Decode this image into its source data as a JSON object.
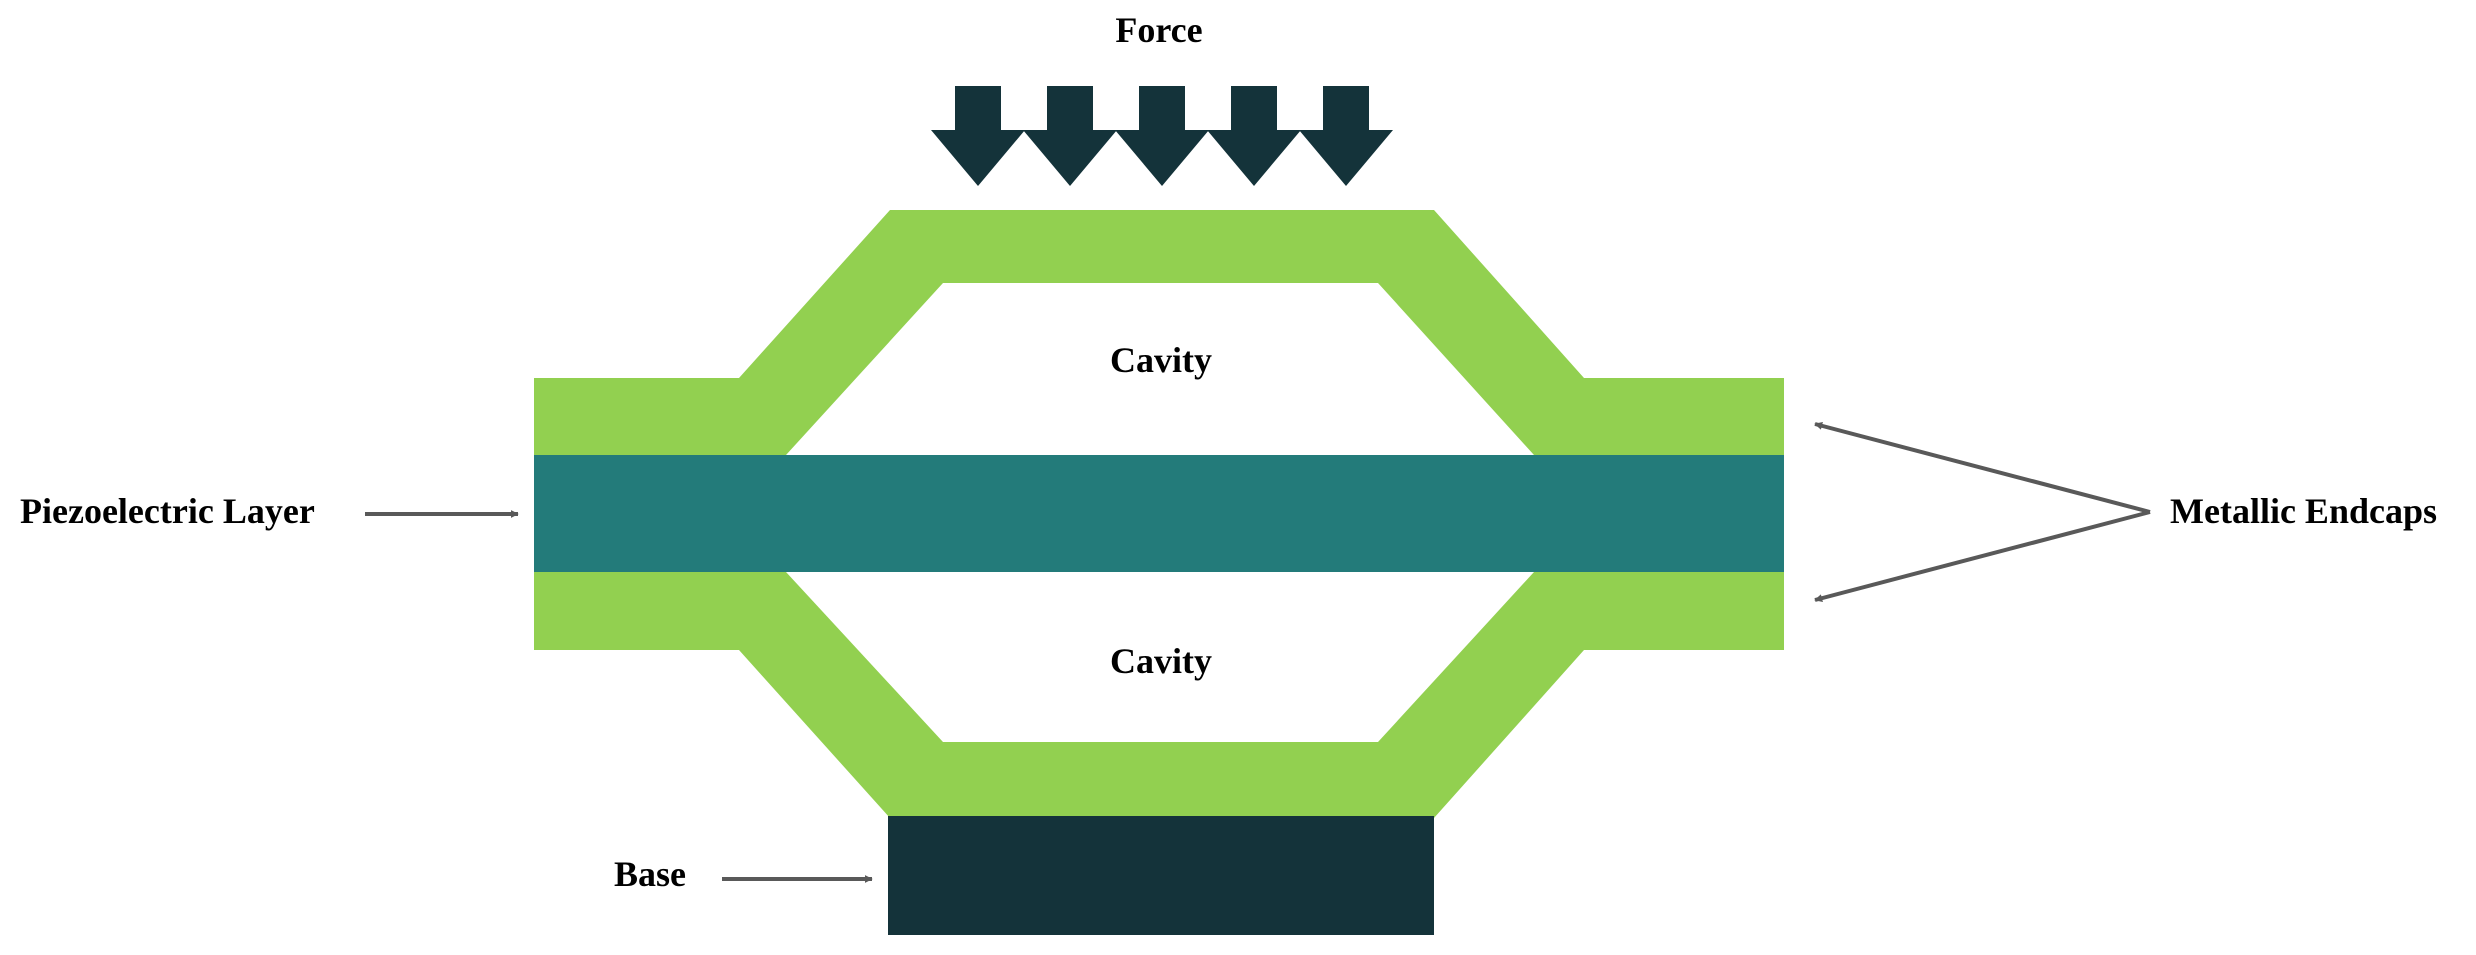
{
  "labels": {
    "force": "Force",
    "cavity_top": "Cavity",
    "cavity_bottom": "Cavity",
    "piezoelectric_layer": "Piezoelectric Layer",
    "metallic_endcaps": "Metallic Endcaps",
    "base": "Base"
  },
  "force_arrow_count": 5,
  "colors": {
    "endcap": "#92d050",
    "piezo": "#237b7a",
    "base": "#14333a",
    "force_arrow": "#14333a",
    "pointer_arrow": "#595959",
    "cavity": "#ffffff"
  }
}
